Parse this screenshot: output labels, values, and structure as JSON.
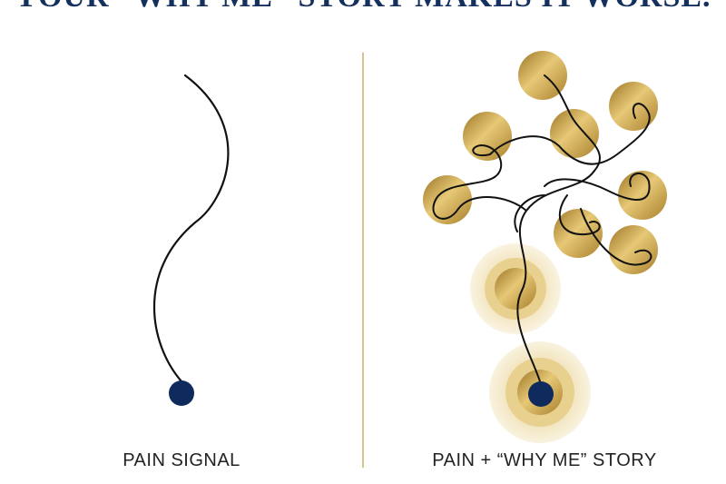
{
  "headline": "YOUR “WHY ME” STORY MAKES IT WORSE.",
  "left_panel": {
    "caption": "PAIN SIGNAL"
  },
  "right_panel": {
    "caption": "PAIN + “WHY ME” STORY"
  },
  "colors": {
    "navy": "#0f2a5c",
    "gold": "#c9a24a",
    "gold_light": "#f3e6c2",
    "divider": "#c8ad6a",
    "line": "#111111"
  }
}
